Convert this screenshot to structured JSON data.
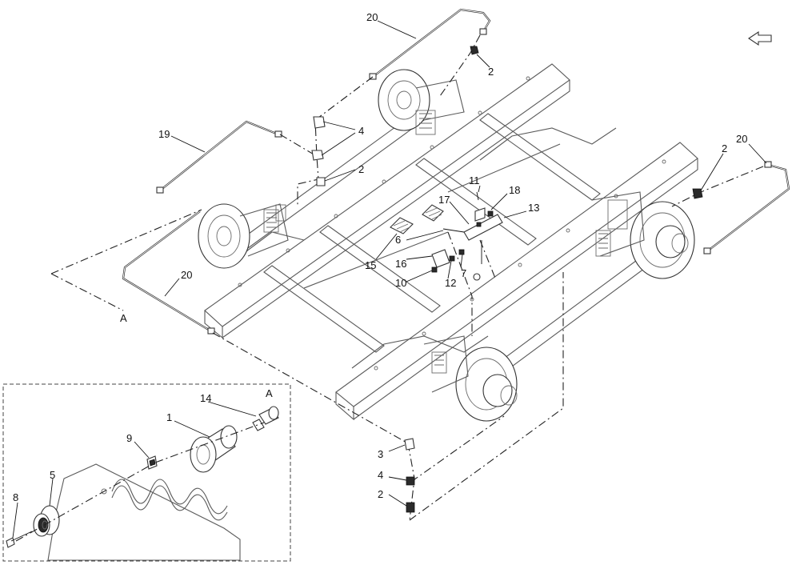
{
  "diagram": {
    "callouts": {
      "c20_top": "20",
      "c2_top": "2",
      "c19": "19",
      "c4_mid": "4",
      "c2_mid": "2",
      "c2_right": "2",
      "c20_right": "20",
      "c11": "11",
      "c18": "18",
      "c17": "17",
      "c13": "13",
      "c6": "6",
      "c15": "15",
      "c16": "16",
      "c7": "7",
      "c10": "10",
      "c12": "12",
      "c20_left": "20",
      "cA_main": "A",
      "c3": "3",
      "c4_bottom": "4",
      "c2_bottom": "2",
      "cA_detail": "A",
      "c14": "14",
      "c1": "1",
      "c9": "9",
      "c5": "5",
      "c8": "8"
    },
    "detail_view_label": "A",
    "icons": [
      "view-direction-arrow-icon"
    ]
  }
}
